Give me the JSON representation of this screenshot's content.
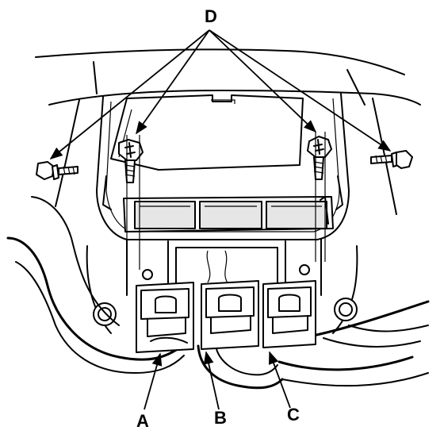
{
  "labels": {
    "bolts": "D",
    "connector_left": "A",
    "connector_middle": "B",
    "connector_right": "C"
  }
}
